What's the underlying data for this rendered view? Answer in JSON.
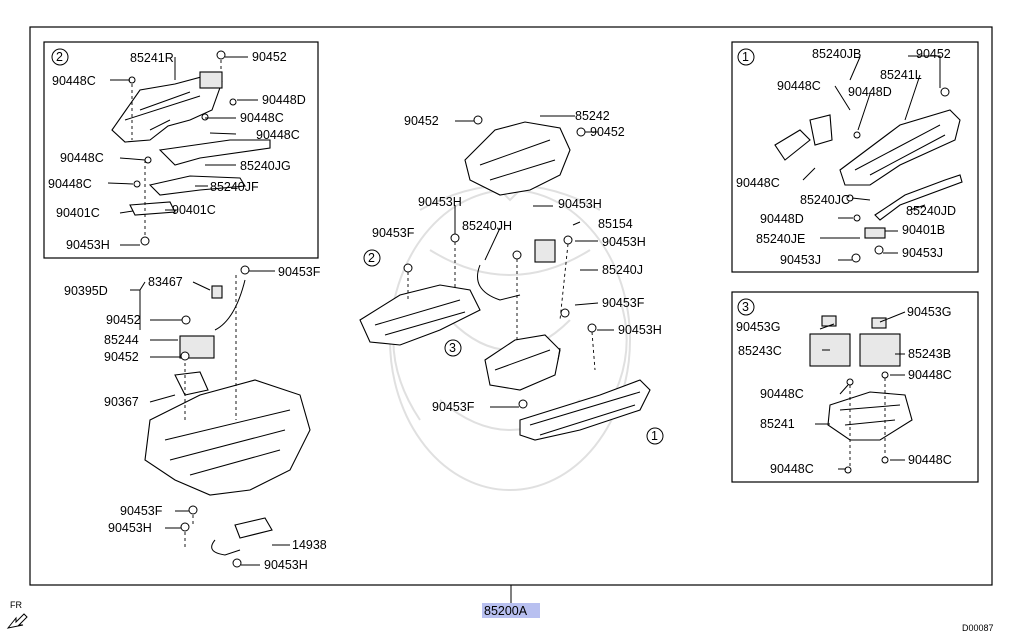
{
  "main_part": "85200A",
  "fr_label": "FR",
  "diagram_code": "D00087",
  "callouts": [
    "1",
    "2",
    "3"
  ],
  "box2": {
    "callout": "2",
    "labels": [
      "85241R",
      "90452",
      "90448C",
      "90448D",
      "90448C",
      "90448C",
      "90448C",
      "85240JG",
      "90448C",
      "85240JF",
      "90401C",
      "90401C",
      "90453H"
    ]
  },
  "box1": {
    "callout": "1",
    "labels": [
      "85240JB",
      "90452",
      "85241L",
      "90448C",
      "90448D",
      "90448C",
      "85240JC",
      "85240JD",
      "90448D",
      "85240JE",
      "90401B",
      "90453J",
      "90453J"
    ]
  },
  "box3": {
    "callout": "3",
    "labels": [
      "90453G",
      "90453G",
      "85243C",
      "85243B",
      "90448C",
      "90448C",
      "85241",
      "90448C",
      "90448C"
    ]
  },
  "center": {
    "labels": [
      "85242",
      "90452",
      "90452",
      "90453H",
      "90453H",
      "85240JH",
      "85154",
      "90453F",
      "90453H",
      "85240J",
      "90453F",
      "90453H",
      "90453F"
    ]
  },
  "left": {
    "labels": [
      "83467",
      "90453F",
      "90395D",
      "90452",
      "85244",
      "90452",
      "90367",
      "90453F",
      "90453H",
      "14938",
      "90453H"
    ]
  }
}
